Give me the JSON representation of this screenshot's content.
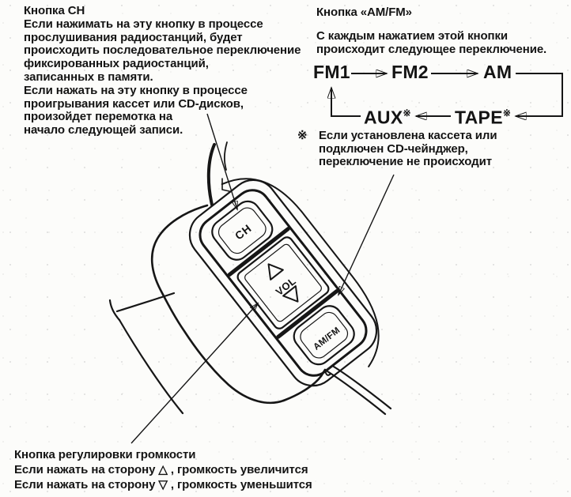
{
  "page": {
    "background": "#fcfcfa",
    "ink": "#141414"
  },
  "ch_block": {
    "title": "Кнопка CH",
    "lines": [
      "Если нажимать на эту кнопку в процессе",
      "прослушивания радиостанций, будет",
      "происходить последовательное переключение",
      "фиксированных радиостанций,",
      "записанных в памяти.",
      "Если нажать на эту кнопку в процессе",
      "проигрывания кассет или CD-дисков,",
      "произойдет перемотка на",
      "начало следующей записи."
    ]
  },
  "amfm_block": {
    "title": "Кнопка «AM/FM»",
    "lines": [
      "С каждым нажатием этой кнопки",
      "происходит следующее переключение."
    ]
  },
  "cycle_diagram": {
    "type": "diagram",
    "labels": {
      "fm1": "FM1",
      "fm2": "FM2",
      "am": "AM",
      "aux": "AUX",
      "tape": "TAPE"
    },
    "ref_mark": "※",
    "sequence": "FM1 → FM2 → AM → TAPE → AUX → FM1"
  },
  "note_block": {
    "marker": "※",
    "lines": [
      "Если установлена кассета или",
      "подключен CD-чейнджер,",
      "переключение не происходит"
    ]
  },
  "volume_block": {
    "title": "Кнопка регулировки громкости",
    "lines": [
      "Если нажать на сторону △ , громкость увеличится",
      "Если нажать на сторону ▽ , громкость уменьшится"
    ]
  },
  "wheel_controls": {
    "ch_button": "CH",
    "vol_button": "VOL",
    "amfm_button": "AM/FM"
  }
}
